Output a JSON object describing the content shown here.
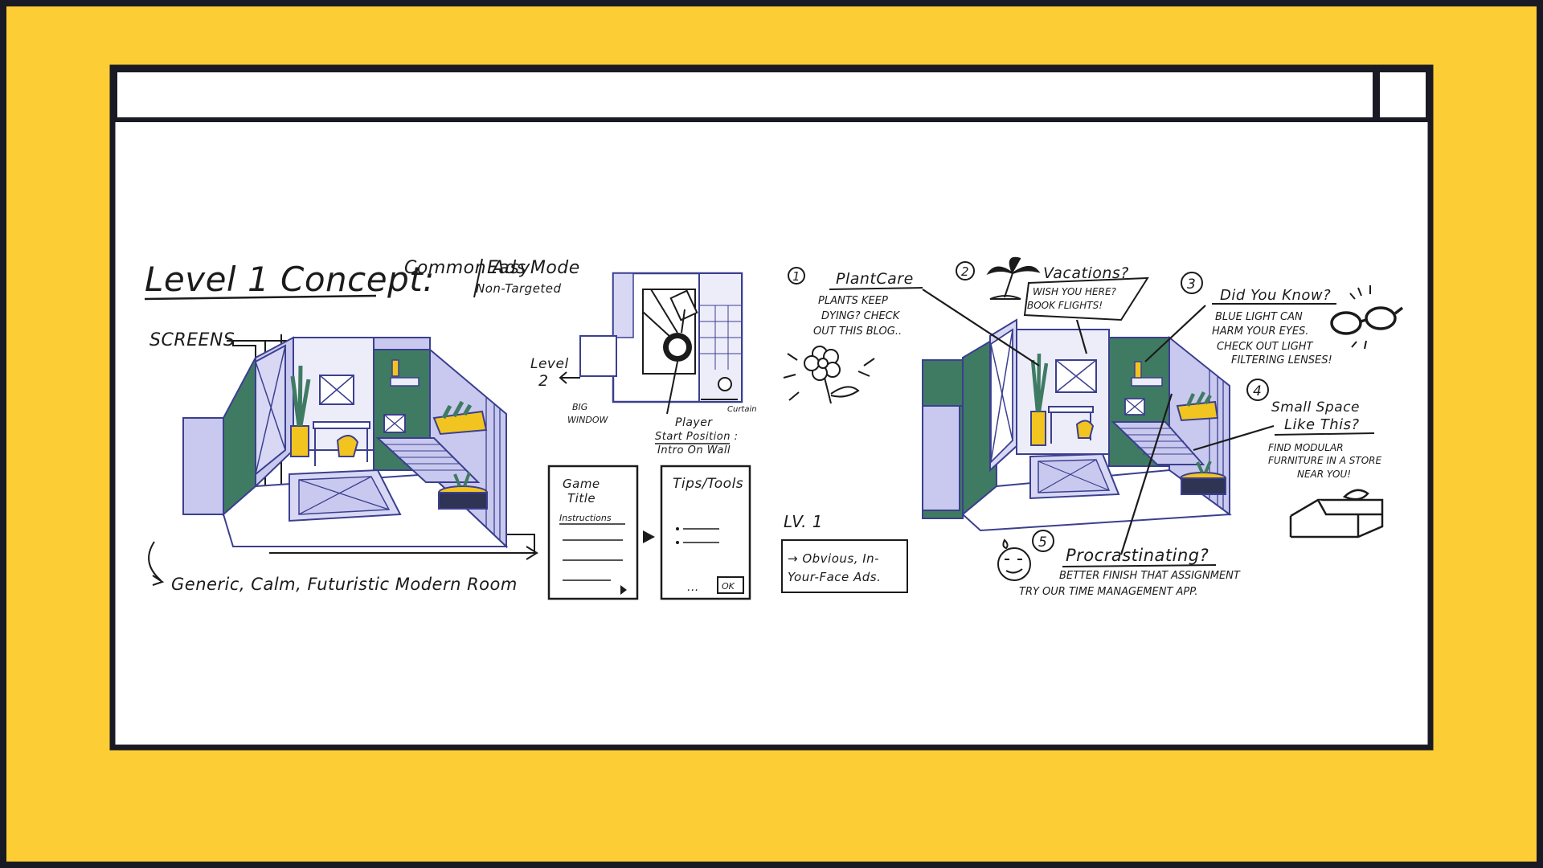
{
  "colors": {
    "frame_yellow": "#fccd35",
    "frame_dark": "#1a1a24",
    "window_white": "#ffffff",
    "room_green": "#3f7b63",
    "room_lavender": "#c9c9ef",
    "room_blue_line": "#3b3f8f",
    "furniture_yellow": "#f2c41f"
  },
  "title": {
    "main": "Level 1 Concept:",
    "mode_a": "Common Ads",
    "mode_b": "EasyMode",
    "mode_c": "Non-Targeted"
  },
  "labels": {
    "screens": "SCREENS",
    "generic_room": "Generic, Calm, Futuristic Modern Room",
    "level2": "Level 2",
    "big_window": "Big Window",
    "curtain": "Curtain",
    "player_start_1": "Player",
    "player_start_2": "Start Position :",
    "player_start_3": "Intro On Wall"
  },
  "cards": {
    "game_title_1": "Game",
    "game_title_2": "Title",
    "instructions": "Instructions",
    "tips_tools": "Tips/Tools",
    "ok": "OK",
    "dots": "..."
  },
  "lv1": {
    "title": "LV. 1",
    "line1": "→ Obvious, In-",
    "line2": "Your-Face Ads."
  },
  "ads": [
    {
      "num": "1",
      "head": "PlantCare",
      "l1": "Plants Keep",
      "l2": "Dying? Check",
      "l3": "Out This Blog.."
    },
    {
      "num": "2",
      "head": "Vacations?",
      "l1": "Wish You Here?",
      "l2": "Book Flights!"
    },
    {
      "num": "3",
      "head": "Did You Know?",
      "l1": "Blue Light Can",
      "l2": "Harm Your Eyes.",
      "l3": "Check Out Light",
      "l4": "Filtering Lenses!"
    },
    {
      "num": "4",
      "head": "Small Space",
      "head2": "Like This?",
      "l1": "Find Modular",
      "l2": "Furniture In A Store",
      "l3": "Near You!"
    },
    {
      "num": "5",
      "head": "Procrastinating?",
      "l1": "Better Finish That Assignment",
      "l2": "Try Our Time Management App."
    }
  ]
}
